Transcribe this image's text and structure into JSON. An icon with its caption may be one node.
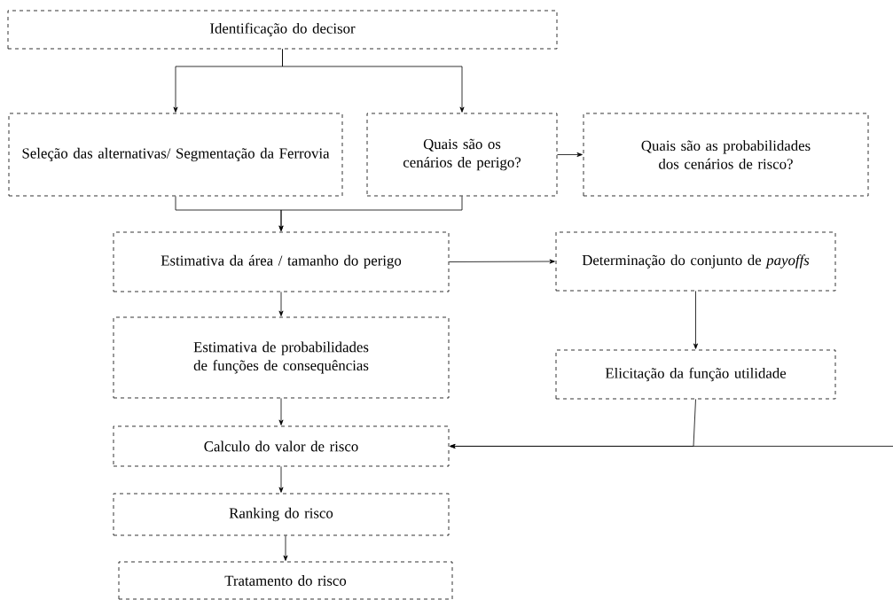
{
  "diagram": {
    "nodes": [
      {
        "text": [
          "Identificação do decisor"
        ]
      },
      {
        "text": [
          "Seleção das alternativas/ Segmentação da Ferrovia"
        ]
      },
      {
        "text": [
          "Quais são os cenários de perigo?"
        ]
      },
      {
        "text": [
          "Quais são as probabilidades dos cenários de risco?"
        ]
      },
      {
        "text": [
          "Estimativa da área / tamanho do perigo"
        ]
      },
      {
        "text": [
          "Determinação do conjunto de *payoffs*"
        ]
      },
      {
        "text": [
          "Estimativa de probabilidades de funções de consequências"
        ]
      },
      {
        "text": [
          "Elicitação da função utilidade"
        ]
      },
      {
        "text": [
          "Calculo do valor de risco"
        ]
      },
      {
        "text": [
          "Ranking do risco"
        ]
      },
      {
        "text": [
          "Tratamento do risco"
        ]
      }
    ],
    "edges": [
      {
        "from": 0,
        "to": 1,
        "arrow": "to"
      },
      {
        "from": 0,
        "to": 2,
        "arrow": "to"
      },
      {
        "from": 1,
        "to": 4,
        "arrow": "to"
      },
      {
        "from": 2,
        "to": 4,
        "arrow": "to"
      },
      {
        "from": 2,
        "to": 3,
        "arrow": "to"
      },
      {
        "from": 4,
        "to": 5,
        "arrow": "to"
      },
      {
        "from": 4,
        "to": 6,
        "arrow": "to"
      },
      {
        "from": 5,
        "to": 7,
        "arrow": "to"
      },
      {
        "from": 6,
        "to": 8,
        "arrow": "to"
      },
      {
        "from": 7,
        "to": 8,
        "arrow": "to"
      },
      {
        "from": null,
        "to": 8,
        "arrow": "to"
      },
      {
        "from": 8,
        "to": 9,
        "arrow": "to"
      },
      {
        "from": 9,
        "to": 10,
        "arrow": "to"
      }
    ]
  }
}
